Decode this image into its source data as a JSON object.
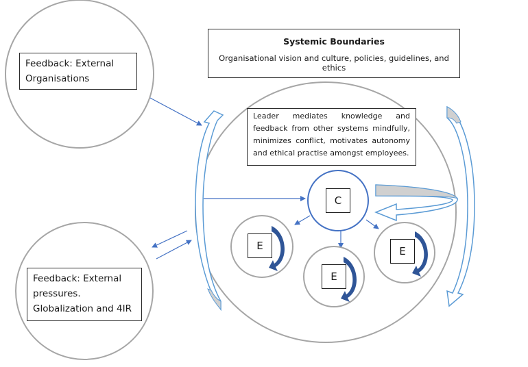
{
  "diagram": {
    "external_organisations": {
      "label_line1": "Feedback: External",
      "label_line2": "Organisations"
    },
    "external_pressures": {
      "label_line1": "Feedback: External",
      "label_line2": "pressures.",
      "label_line3": "Globalization and 4IR"
    },
    "systemic_boundaries": {
      "title": "Systemic Boundaries",
      "subtitle": "Organisational vision and culture, policies, guidelines, and ethics"
    },
    "leader_note": {
      "text": "Leader mediates knowledge and feedback from other systems mindfully, minimizes conflict, motivates autonomy and ethical practise amongst employees."
    },
    "center_node": {
      "label": "C"
    },
    "employee_nodes": [
      {
        "label": "E"
      },
      {
        "label": "E"
      },
      {
        "label": "E"
      }
    ],
    "colors": {
      "circle_stroke": "#a6a6a6",
      "arrow_blue": "#4472c4",
      "curved_arrow_outline": "#5b9bd5",
      "curved_arrow_fill": "#d0d0d0",
      "employee_arrow": "#2f5597"
    }
  }
}
